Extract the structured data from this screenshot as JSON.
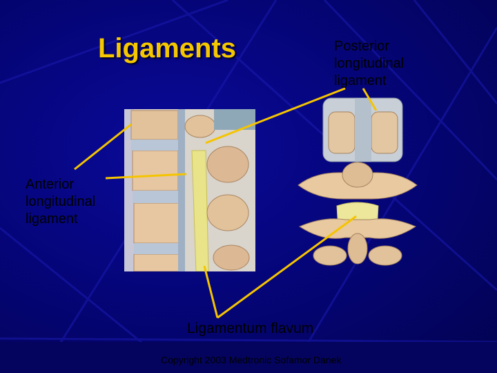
{
  "title": "Ligaments",
  "labels": {
    "posterior": [
      "Posterior",
      "longitudinal",
      "ligament"
    ],
    "anterior": [
      "Anterior",
      "longitudinal",
      "ligament"
    ],
    "flavum": "Ligamentum flavum"
  },
  "copyright": "Copyright 2003 Medtronic Sofamor Danek",
  "colors": {
    "title": "#f5c700",
    "leader_line": "#f5c400",
    "background": "#05057a",
    "bone": "#e8c9a0",
    "ligament": "#e9e48a"
  },
  "icons": [
    "spine-sagittal-illustration",
    "spine-posterior-illustration"
  ]
}
